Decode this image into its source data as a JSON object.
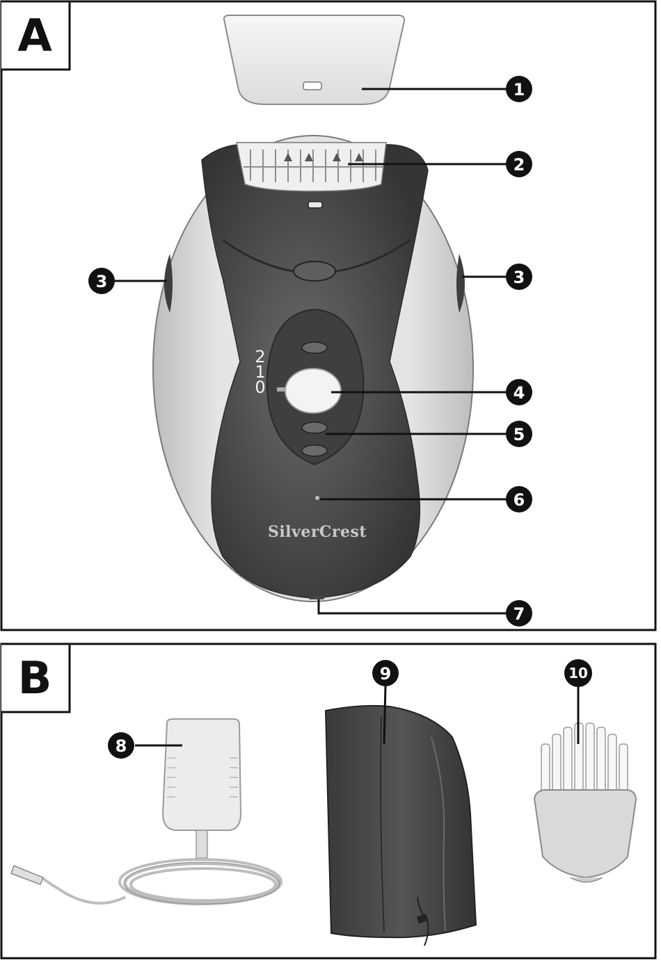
{
  "panels": {
    "a": {
      "label": "A"
    },
    "b": {
      "label": "B"
    }
  },
  "device": {
    "brand": "SilverCrest",
    "speed_labels": [
      "2",
      "1",
      "0"
    ]
  },
  "callouts": {
    "c1": "1",
    "c2": "2",
    "c3_left": "3",
    "c3_right": "3",
    "c4": "4",
    "c5": "5",
    "c6": "6",
    "c7": "7",
    "c8": "8",
    "c9": "9",
    "c10": "10"
  },
  "colors": {
    "frame": "#111111",
    "device_dark": "#4a4a4a",
    "device_light": "#d6d6d6",
    "callout_fill": "#111111"
  }
}
